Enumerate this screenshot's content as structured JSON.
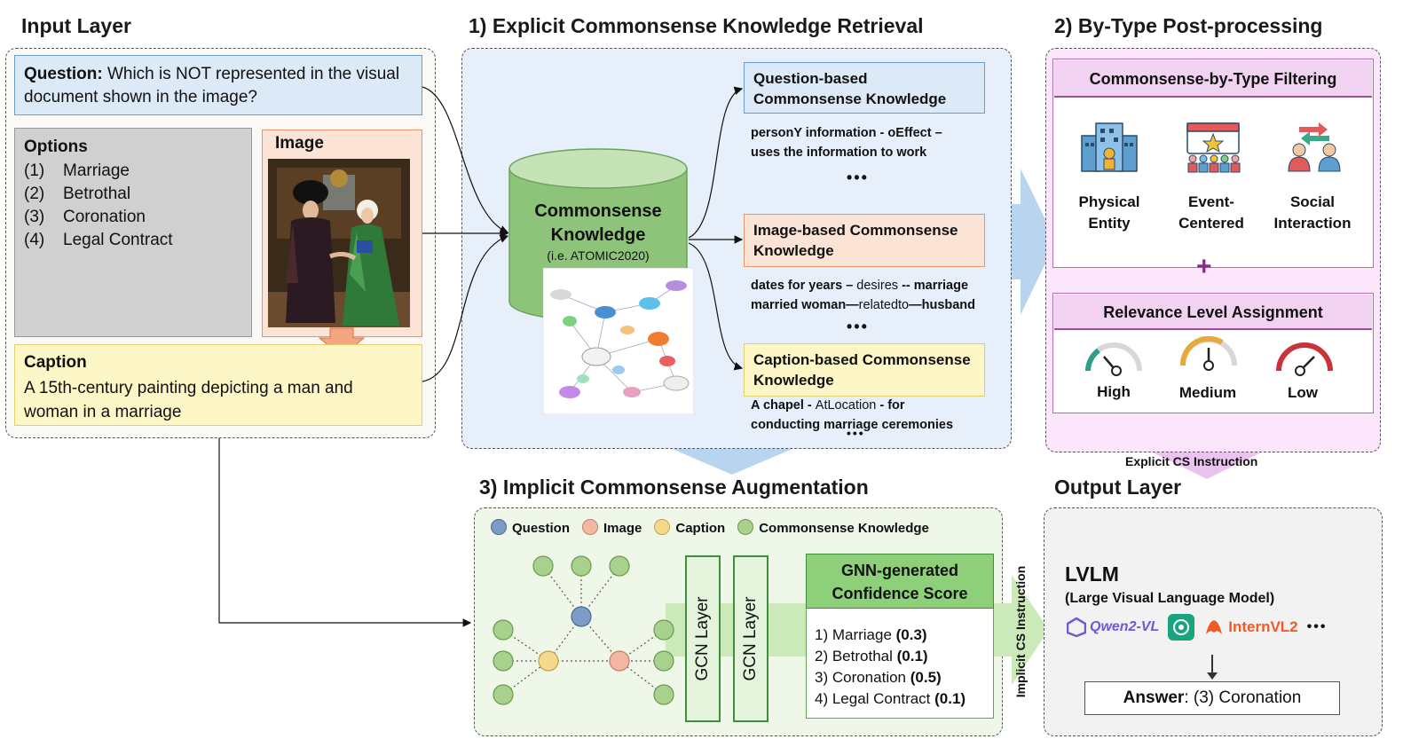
{
  "sections": {
    "input_layer": "Input Layer",
    "explicit": "1) Explicit Commonsense Knowledge Retrieval",
    "post": "2) By-Type Post-processing",
    "implicit": "3) Implicit Commonsense Augmentation",
    "output": "Output Layer"
  },
  "input": {
    "question_label": "Question:",
    "question_text": " Which is NOT represented in the visual document shown in the image?",
    "options_title": "Options",
    "options": [
      {
        "num": "(1)",
        "text": "Marriage"
      },
      {
        "num": "(2)",
        "text": "Betrothal"
      },
      {
        "num": "(3)",
        "text": "Coronation"
      },
      {
        "num": "(4)",
        "text": "Legal Contract"
      }
    ],
    "image_title": "Image",
    "caption_title": "Caption",
    "caption_text": "A 15th-century painting depicting a man and woman in a marriage"
  },
  "kb": {
    "title_line1": "Commonsense",
    "title_line2": "Knowledge",
    "subtitle": "(i.e. ATOMIC2020)"
  },
  "retrieval": {
    "question_box": "Question-based Commonsense Knowledge",
    "question_lines": [
      "personY information - oEffect –",
      "uses the information to work"
    ],
    "image_box": "Image-based Commonsense Knowledge",
    "image_lines": [
      {
        "a": "dates for years – ",
        "b": "desires",
        "c": " -- marriage"
      },
      {
        "a": "married woman—",
        "b": "relatedto",
        "c": "—husband"
      }
    ],
    "caption_box": "Caption-based Commonsense Knowledge",
    "caption_lines": [
      {
        "a": "A chapel - ",
        "b": "AtLocation",
        "c": " - for"
      },
      {
        "a": "conducting marriage ceremonies",
        "b": "",
        "c": ""
      }
    ],
    "ellipsis": "•••"
  },
  "post": {
    "filter_title": "Commonsense-by-Type Filtering",
    "types": [
      {
        "icon": "building-icon",
        "label": "Physical Entity"
      },
      {
        "icon": "event-calendar-icon",
        "label": "Event-Centered"
      },
      {
        "icon": "people-exchange-icon",
        "label": "Social Interaction"
      }
    ],
    "plus": "+",
    "relevance_title": "Relevance Level Assignment",
    "levels": [
      {
        "icon": "gauge-high-icon",
        "label": "High",
        "color": "#2e9e8a"
      },
      {
        "icon": "gauge-medium-icon",
        "label": "Medium",
        "color": "#e6a93a"
      },
      {
        "icon": "gauge-low-icon",
        "label": "Low",
        "color": "#c9343a"
      }
    ],
    "explicit_instruction": "Explicit CS Instruction"
  },
  "implicit": {
    "legend": [
      {
        "label": "Question",
        "color": "#7d9bc6"
      },
      {
        "label": "Image",
        "color": "#f4b8a2"
      },
      {
        "label": "Caption",
        "color": "#f6d98c"
      },
      {
        "label": "Commonsense Knowledge",
        "color": "#a9d18e"
      }
    ],
    "gcn_label": "GCN Layer",
    "score_title": "GNN-generated Confidence Score",
    "scores": [
      {
        "text": "1) Marriage ",
        "val": "(0.3)"
      },
      {
        "text": "2) Betrothal ",
        "val": "(0.1)"
      },
      {
        "text": "3) Coronation ",
        "val": "(0.5)"
      },
      {
        "text": "4) Legal Contract ",
        "val": "(0.1)"
      }
    ],
    "implicit_instruction": "Implicit CS Instruction"
  },
  "output": {
    "model": "LVLM",
    "model_full": "(Large Visual Language Model)",
    "logos": [
      "Qwen2-VL",
      "InternVL2"
    ],
    "more": "•••",
    "answer_label": "Answer",
    "answer_text": ": (3) Coronation"
  }
}
